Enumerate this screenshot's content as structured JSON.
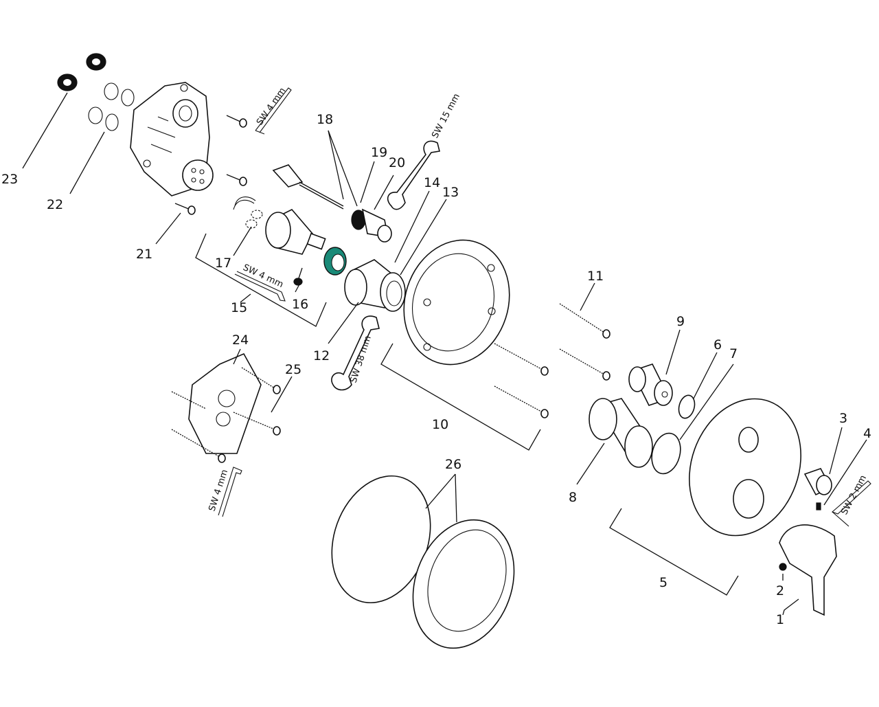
{
  "diagram": {
    "part_numbers": [
      "1",
      "2",
      "3",
      "4",
      "5",
      "6",
      "7",
      "8",
      "9",
      "10",
      "11",
      "12",
      "13",
      "14",
      "15",
      "16",
      "17",
      "18",
      "19",
      "20",
      "21",
      "22",
      "23",
      "24",
      "25",
      "26"
    ],
    "tool_labels": {
      "hex_key_4mm_a": "SW 4 mm",
      "hex_key_4mm_b": "SW 4 mm",
      "hex_key_4mm_c": "SW 4 mm",
      "hex_key_2mm": "SW 2 mm",
      "wrench_15mm": "SW 15 mm",
      "wrench_38mm": "SW 38 mm"
    },
    "colors": {
      "line": "#111111",
      "highlight": "#1a8a78",
      "fill": "#ffffff",
      "shade": "#c9c9c9"
    }
  }
}
